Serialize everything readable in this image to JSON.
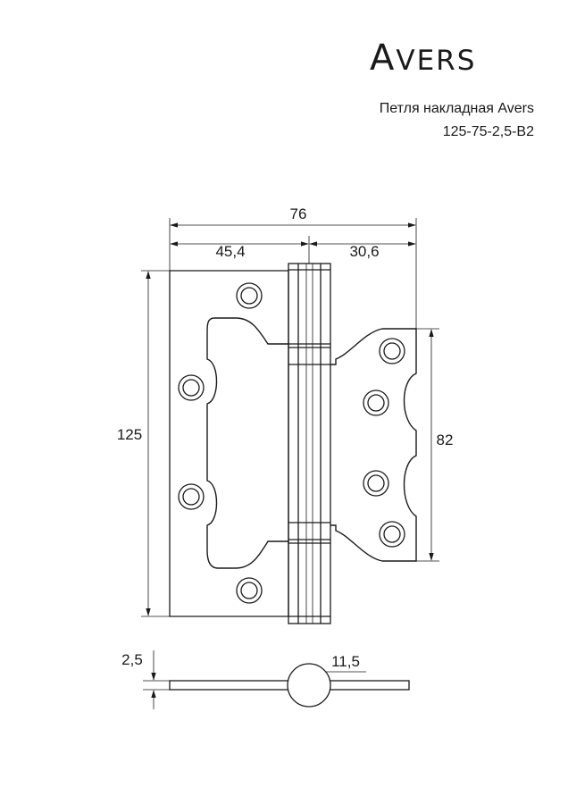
{
  "brand": {
    "name": "AVERS",
    "cap": "A",
    "rest": "VERS"
  },
  "product": {
    "title": "Петля накладная Avers",
    "model": "125-75-2,5-B2"
  },
  "dimensions": {
    "overall_width": "76",
    "left_leaf_width": "45,4",
    "right_leaf_width": "30,6",
    "height": "125",
    "right_leaf_height": "82",
    "thickness": "2,5",
    "knuckle_diameter": "11,5"
  },
  "colors": {
    "line": "#1a1a1a",
    "background": "#ffffff"
  }
}
